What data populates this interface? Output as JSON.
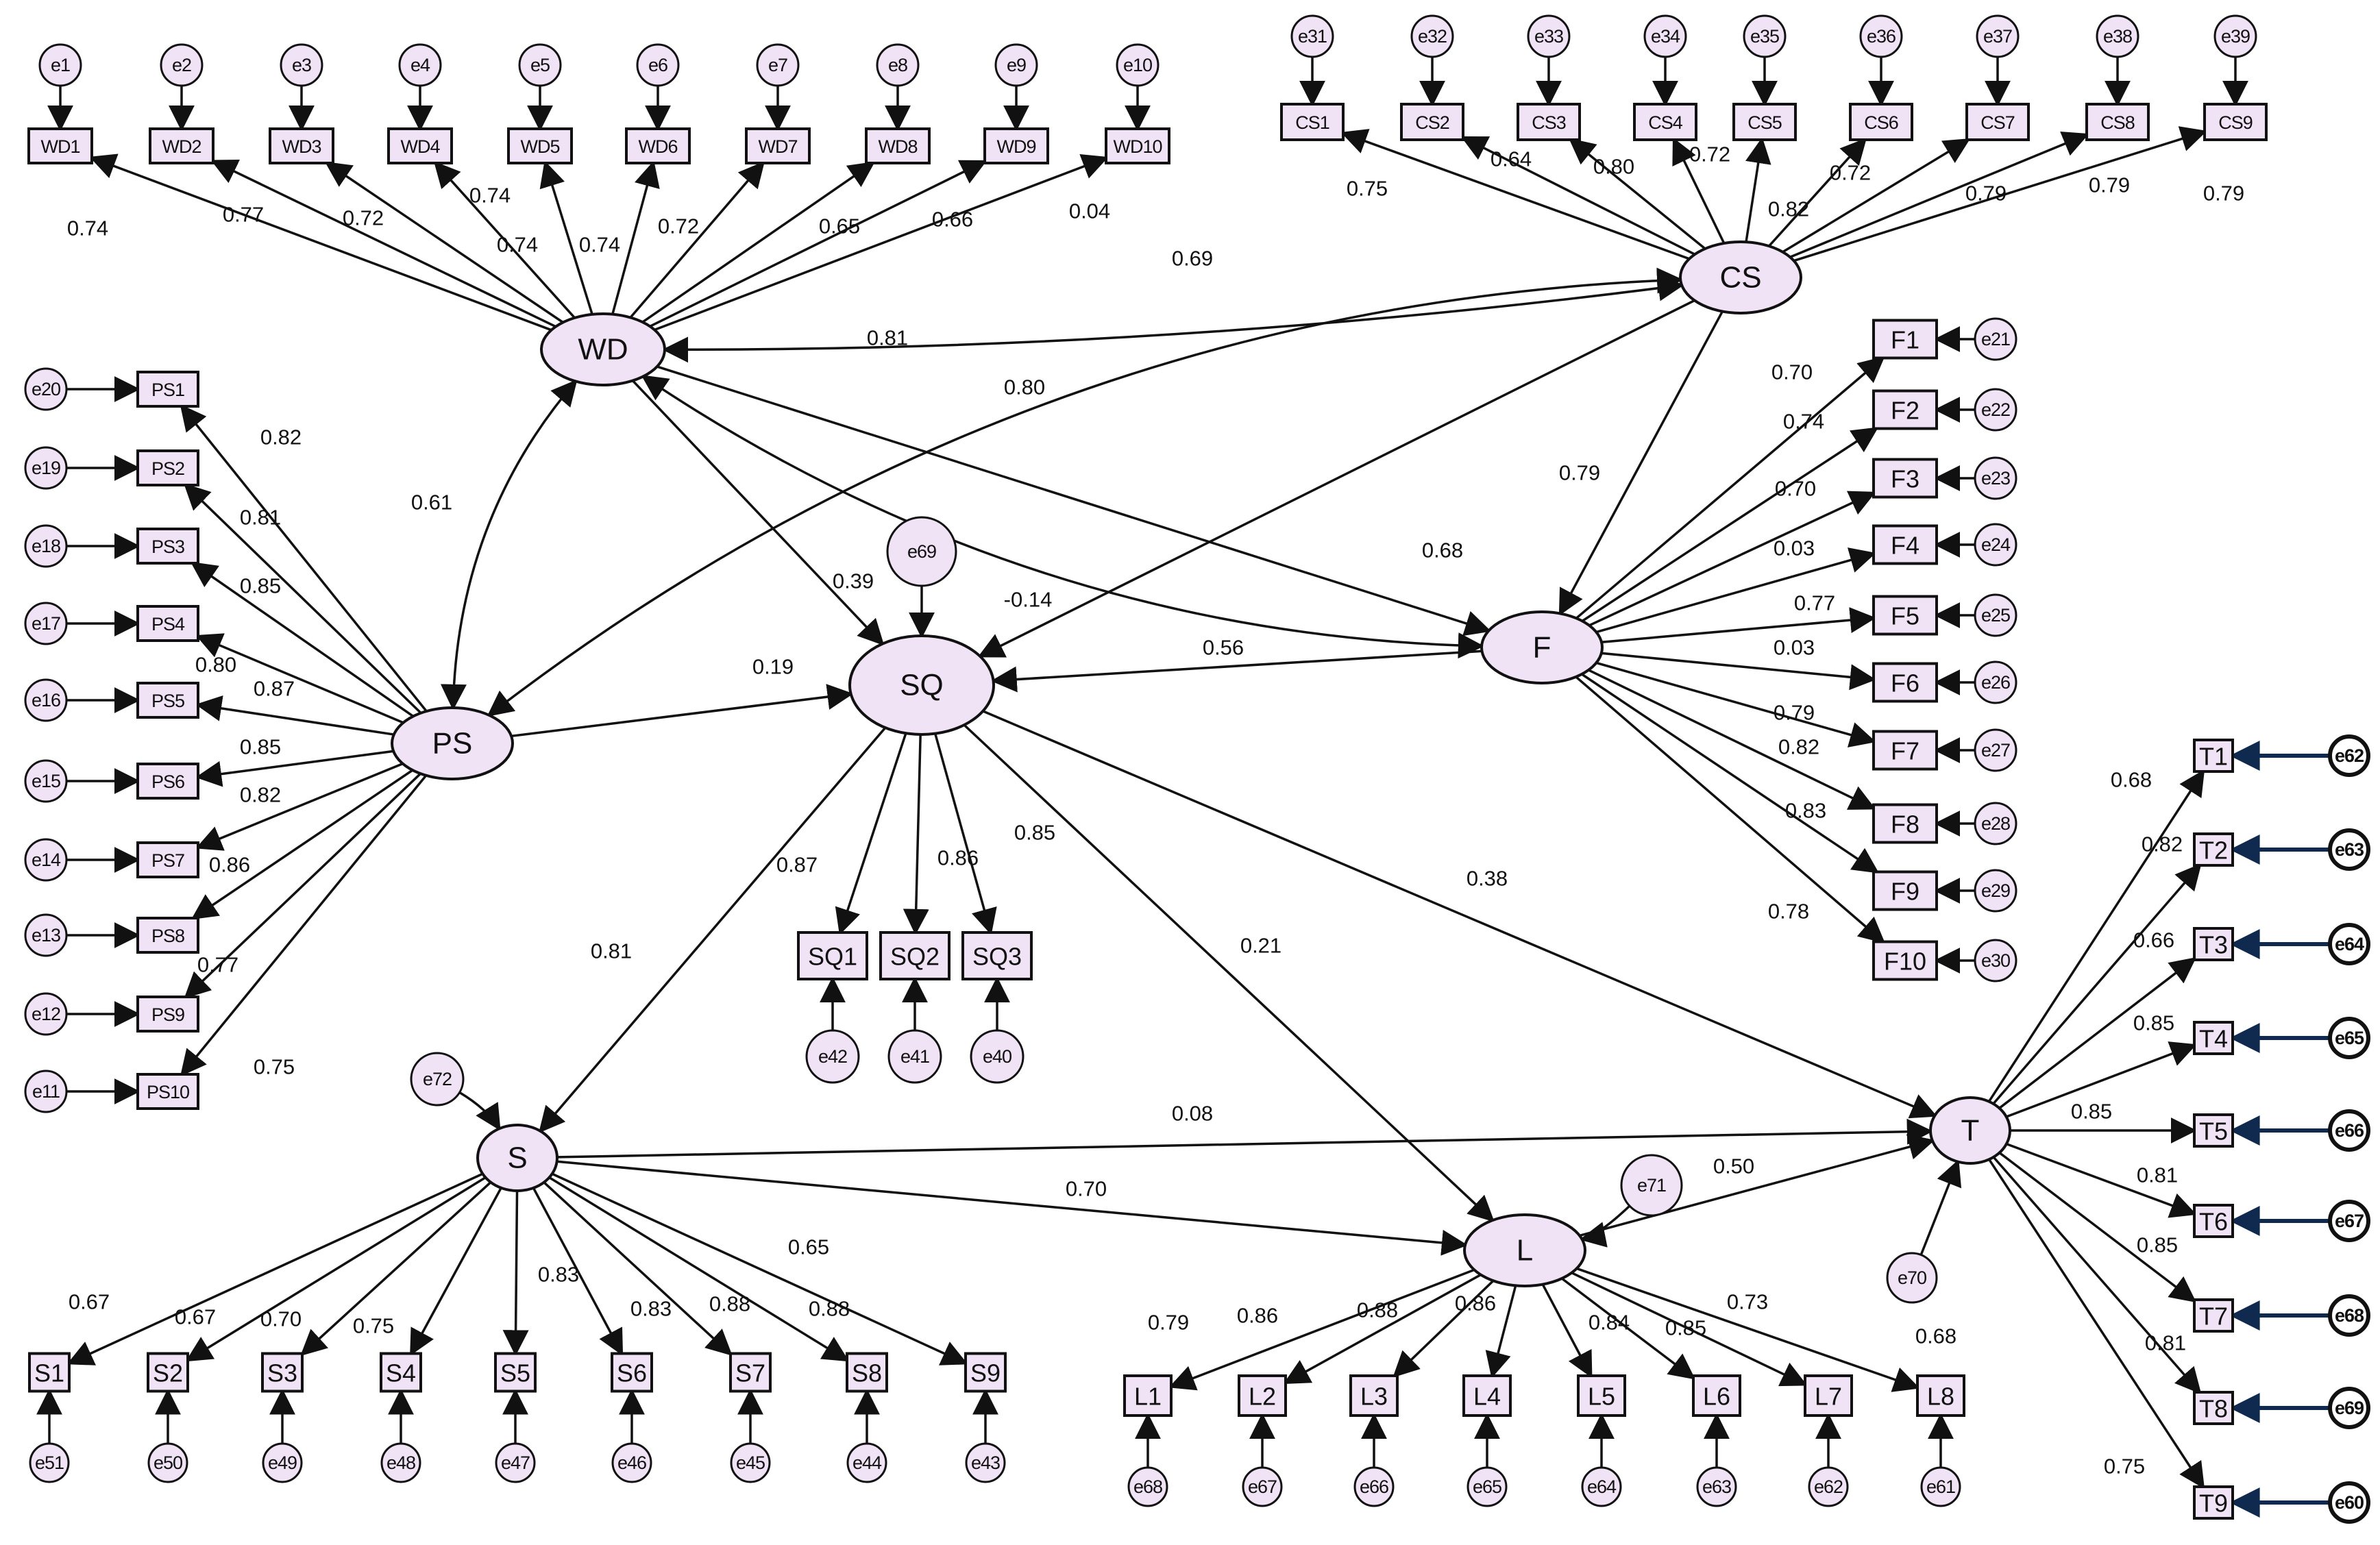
{
  "colors": {
    "node_fill": "#f1e3f6",
    "stroke": "#111111",
    "t_error_arrow": "#0f2a4e"
  },
  "latents": {
    "WD": "WD",
    "CS": "CS",
    "PS": "PS",
    "SQ": "SQ",
    "F": "F",
    "S": "S",
    "L": "L",
    "T": "T"
  },
  "disturbances": {
    "e69": "e69",
    "e71": "e71",
    "e72": "e72",
    "e70": "e70"
  },
  "structural_paths": [
    {
      "from": "WD",
      "to": "CS",
      "value": "0.69"
    },
    {
      "from": "WD",
      "to": "F",
      "value": "0.81"
    },
    {
      "from": "PS",
      "to": "CS",
      "value": "0.80"
    },
    {
      "from": "WD",
      "to": "PS",
      "value": "0.61"
    },
    {
      "from": "CS",
      "to": "F",
      "value": "0.79"
    },
    {
      "from": "WD",
      "to": "F",
      "value": "0.68"
    },
    {
      "from": "WD",
      "to": "SQ",
      "value": "0.39"
    },
    {
      "from": "CS",
      "to": "SQ",
      "value": "-0.14"
    },
    {
      "from": "PS",
      "to": "SQ",
      "value": "0.19"
    },
    {
      "from": "F",
      "to": "SQ",
      "value": "0.56"
    },
    {
      "from": "SQ",
      "to": "S",
      "value": "0.81"
    },
    {
      "from": "SQ",
      "to": "L",
      "value": "0.21"
    },
    {
      "from": "SQ",
      "to": "T",
      "value": "0.38"
    },
    {
      "from": "S",
      "to": "T",
      "value": "0.08"
    },
    {
      "from": "S",
      "to": "L",
      "value": "0.70"
    },
    {
      "from": "L",
      "to": "T",
      "value": "0.50"
    }
  ],
  "indicators": {
    "WD": {
      "items": [
        "WD1",
        "WD2",
        "WD3",
        "WD4",
        "WD5",
        "WD6",
        "WD7",
        "WD8",
        "WD9",
        "WD10"
      ],
      "errors": [
        "e1",
        "e2",
        "e3",
        "e4",
        "e5",
        "e6",
        "e7",
        "e8",
        "e9",
        "e10"
      ],
      "loadings": [
        "0.74",
        "0.77",
        "0.72",
        "0.74",
        "0.74",
        "0.74",
        "0.72",
        "0.65",
        "0.66",
        "0.04"
      ]
    },
    "CS": {
      "items": [
        "CS1",
        "CS2",
        "CS3",
        "CS4",
        "CS5",
        "CS6",
        "CS7",
        "CS8",
        "CS9"
      ],
      "errors": [
        "e31",
        "e32",
        "e33",
        "e34",
        "e35",
        "e36",
        "e37",
        "e38",
        "e39"
      ],
      "loadings": [
        "0.75",
        "0.64",
        "0.80",
        "0.72",
        "0.82",
        "0.72",
        "0.79",
        "0.79",
        "0.79"
      ]
    },
    "PS": {
      "items": [
        "PS1",
        "PS2",
        "PS3",
        "PS4",
        "PS5",
        "PS6",
        "PS7",
        "PS8",
        "PS9",
        "PS10"
      ],
      "errors": [
        "e20",
        "e19",
        "e18",
        "e17",
        "e16",
        "e15",
        "e14",
        "e13",
        "e12",
        "e11"
      ],
      "loadings": [
        "0.82",
        "0.81",
        "0.85",
        "0.80",
        "0.87",
        "0.85",
        "0.82",
        "0.86",
        "0.77",
        "0.75"
      ]
    },
    "F": {
      "items": [
        "F1",
        "F2",
        "F3",
        "F4",
        "F5",
        "F6",
        "F7",
        "F8",
        "F9",
        "F10"
      ],
      "errors": [
        "e21",
        "e22",
        "e23",
        "e24",
        "e25",
        "e26",
        "e27",
        "e28",
        "e29",
        "e30"
      ],
      "loadings": [
        "0.70",
        "0.74",
        "0.70",
        "0.03",
        "0.77",
        "0.03",
        "0.79",
        "0.82",
        "0.83",
        "0.78"
      ]
    },
    "SQ": {
      "items": [
        "SQ1",
        "SQ2",
        "SQ3"
      ],
      "errors": [
        "e42",
        "e41",
        "e40"
      ],
      "loadings": [
        "0.87",
        "0.86",
        "0.85"
      ]
    },
    "S": {
      "items": [
        "S1",
        "S2",
        "S3",
        "S4",
        "S5",
        "S6",
        "S7",
        "S8",
        "S9"
      ],
      "errors": [
        "e51",
        "e50",
        "e49",
        "e48",
        "e47",
        "e46",
        "e45",
        "e44",
        "e43"
      ],
      "loadings": [
        "0.67",
        "0.67",
        "0.70",
        "0.75",
        "0.83",
        "0.83",
        "0.88",
        "0.88",
        "0.65"
      ]
    },
    "L": {
      "items": [
        "L1",
        "L2",
        "L3",
        "L4",
        "L5",
        "L6",
        "L7",
        "L8"
      ],
      "errors": [
        "e68",
        "e67",
        "e66",
        "e65",
        "e64",
        "e63",
        "e62",
        "e61"
      ],
      "loadings": [
        "0.79",
        "0.86",
        "0.88",
        "0.86",
        "0.84",
        "0.85",
        "0.73",
        "0.68"
      ]
    },
    "T": {
      "items": [
        "T1",
        "T2",
        "T3",
        "T4",
        "T5",
        "T6",
        "T7",
        "T8",
        "T9"
      ],
      "errors": [
        "e62",
        "e63",
        "e64",
        "e65",
        "e66",
        "e67",
        "e68",
        "e69",
        "e60"
      ],
      "loadings": [
        "0.68",
        "0.82",
        "0.66",
        "0.85",
        "0.85",
        "0.81",
        "0.85",
        "0.81",
        "0.75"
      ]
    }
  }
}
